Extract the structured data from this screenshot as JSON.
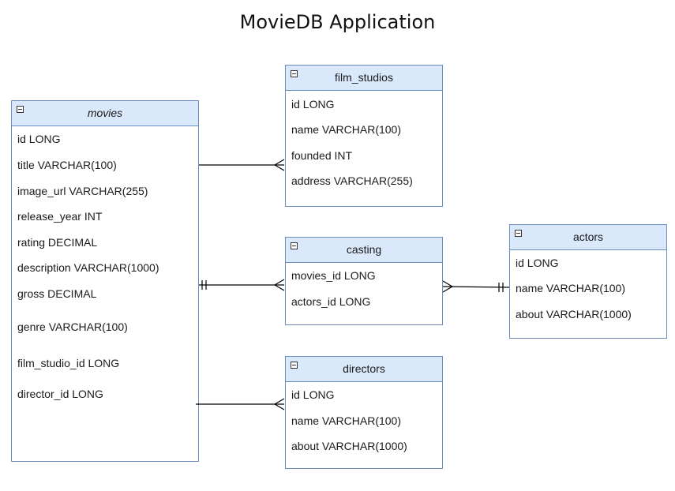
{
  "title": "MovieDB Application",
  "colors": {
    "header_fill": "#dae8fc",
    "border": "#6c8ebf",
    "line": "#000000"
  },
  "entities": {
    "movies": {
      "name": "movies",
      "fields": [
        "id LONG",
        "title VARCHAR(100)",
        "image_url VARCHAR(255)",
        "release_year INT",
        "rating DECIMAL",
        "description VARCHAR(1000)",
        "gross DECIMAL",
        "genre VARCHAR(100)",
        "film_studio_id LONG",
        "director_id LONG"
      ]
    },
    "film_studios": {
      "name": "film_studios",
      "fields": [
        "id LONG",
        "name VARCHAR(100)",
        "founded INT",
        "address VARCHAR(255)"
      ]
    },
    "casting": {
      "name": "casting",
      "fields": [
        "movies_id LONG",
        "actors_id LONG"
      ]
    },
    "actors": {
      "name": "actors",
      "fields": [
        "id LONG",
        "name VARCHAR(100)",
        "about VARCHAR(1000)"
      ]
    },
    "directors": {
      "name": "directors",
      "fields": [
        "id LONG",
        "name VARCHAR(100)",
        "about VARCHAR(1000)"
      ]
    }
  },
  "relationships": [
    {
      "from": "movies",
      "to": "film_studios",
      "from_end": "none",
      "to_end": "many"
    },
    {
      "from": "movies",
      "to": "casting",
      "from_end": "one",
      "to_end": "many"
    },
    {
      "from": "actors",
      "to": "casting",
      "from_end": "one",
      "to_end": "many"
    },
    {
      "from": "movies",
      "to": "directors",
      "from_end": "none",
      "to_end": "many"
    }
  ]
}
